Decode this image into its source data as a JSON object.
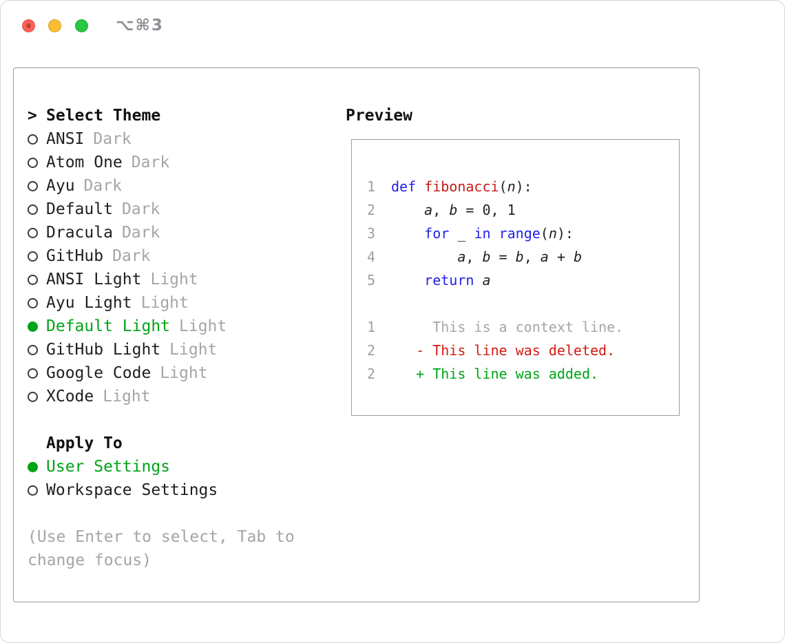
{
  "window": {
    "shortcut": "⌥⌘3"
  },
  "colors": {
    "green": "#00a417",
    "keyword": "#2222e8",
    "function": "#c41a16",
    "deleted": "#d21b12",
    "context": "#a6a6a6",
    "line_number": "#9aa0a6",
    "muted": "#a5a5a5",
    "text": "#1f1f1f",
    "border": "#979ba2",
    "shortcut_gray": "#8e9095",
    "traffic_red": "#ff5f57",
    "traffic_yellow": "#febc2e",
    "traffic_green": "#28c840"
  },
  "selector": {
    "prompt": ">",
    "title": "Select Theme",
    "themes": [
      {
        "name": "ANSI",
        "variant": "Dark",
        "selected": false
      },
      {
        "name": "Atom One",
        "variant": "Dark",
        "selected": false
      },
      {
        "name": "Ayu",
        "variant": "Dark",
        "selected": false
      },
      {
        "name": "Default",
        "variant": "Dark",
        "selected": false
      },
      {
        "name": "Dracula",
        "variant": "Dark",
        "selected": false
      },
      {
        "name": "GitHub",
        "variant": "Dark",
        "selected": false
      },
      {
        "name": "ANSI Light",
        "variant": "Light",
        "selected": false
      },
      {
        "name": "Ayu Light",
        "variant": "Light",
        "selected": false
      },
      {
        "name": "Default Light",
        "variant": "Light",
        "selected": true
      },
      {
        "name": "GitHub Light",
        "variant": "Light",
        "selected": false
      },
      {
        "name": "Google Code",
        "variant": "Light",
        "selected": false
      },
      {
        "name": "XCode",
        "variant": "Light",
        "selected": false
      }
    ],
    "apply_title": "Apply To",
    "apply_options": [
      {
        "label": "User Settings",
        "selected": true
      },
      {
        "label": "Workspace Settings",
        "selected": false
      }
    ],
    "hint": "(Use Enter to select, Tab to change focus)"
  },
  "preview": {
    "title": "Preview",
    "code_lines": [
      {
        "num": "1",
        "tokens": [
          {
            "text": "def ",
            "style": "keyword"
          },
          {
            "text": "fibonacci",
            "style": "function"
          },
          {
            "text": "(",
            "style": "plain"
          },
          {
            "text": "n",
            "style": "variable"
          },
          {
            "text": "):",
            "style": "plain"
          }
        ]
      },
      {
        "num": "2",
        "tokens": [
          {
            "text": "    ",
            "style": "plain"
          },
          {
            "text": "a",
            "style": "variable"
          },
          {
            "text": ", ",
            "style": "plain"
          },
          {
            "text": "b",
            "style": "variable"
          },
          {
            "text": " = 0, 1",
            "style": "plain"
          }
        ]
      },
      {
        "num": "3",
        "tokens": [
          {
            "text": "    ",
            "style": "plain"
          },
          {
            "text": "for",
            "style": "keyword"
          },
          {
            "text": " ",
            "style": "plain"
          },
          {
            "text": "_",
            "style": "variable"
          },
          {
            "text": " ",
            "style": "plain"
          },
          {
            "text": "in",
            "style": "keyword"
          },
          {
            "text": " ",
            "style": "plain"
          },
          {
            "text": "range",
            "style": "keyword"
          },
          {
            "text": "(",
            "style": "plain"
          },
          {
            "text": "n",
            "style": "variable"
          },
          {
            "text": "):",
            "style": "plain"
          }
        ]
      },
      {
        "num": "4",
        "tokens": [
          {
            "text": "        ",
            "style": "plain"
          },
          {
            "text": "a",
            "style": "variable"
          },
          {
            "text": ", ",
            "style": "plain"
          },
          {
            "text": "b",
            "style": "variable"
          },
          {
            "text": " = ",
            "style": "plain"
          },
          {
            "text": "b",
            "style": "variable"
          },
          {
            "text": ", ",
            "style": "plain"
          },
          {
            "text": "a",
            "style": "variable"
          },
          {
            "text": " + ",
            "style": "plain"
          },
          {
            "text": "b",
            "style": "variable"
          }
        ]
      },
      {
        "num": "5",
        "tokens": [
          {
            "text": "    ",
            "style": "plain"
          },
          {
            "text": "return ",
            "style": "keyword"
          },
          {
            "text": "a",
            "style": "variable"
          }
        ]
      }
    ],
    "diff_lines": [
      {
        "num": "1",
        "text": "     This is a context line.",
        "type": "context"
      },
      {
        "num": "2",
        "text": "   - This line was deleted.",
        "type": "deleted"
      },
      {
        "num": "2",
        "text": "   + This line was added.",
        "type": "added"
      }
    ]
  }
}
